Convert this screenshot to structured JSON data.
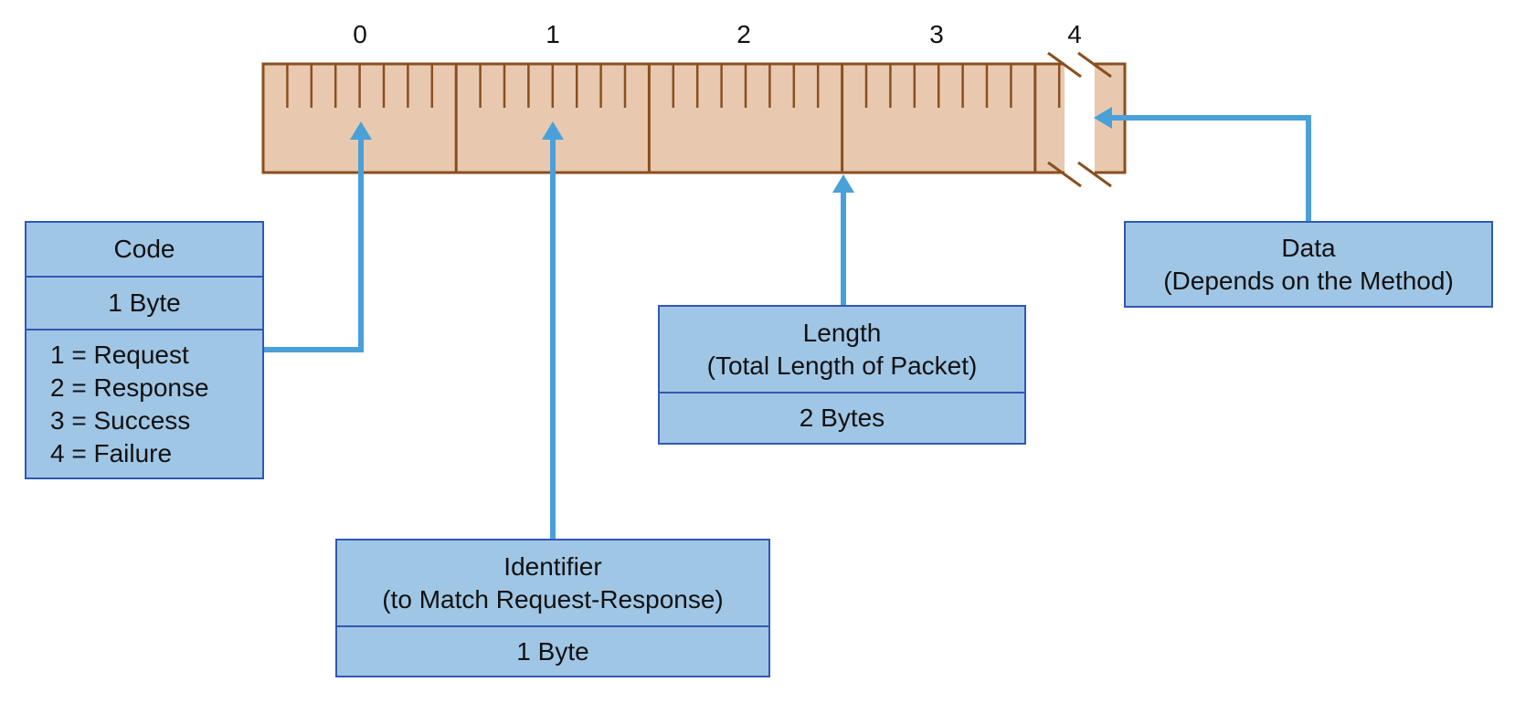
{
  "ruler": {
    "byte_labels": [
      "0",
      "1",
      "2",
      "3",
      "4"
    ]
  },
  "colors": {
    "ruler_fill": "#e8c9b0",
    "ruler_stroke": "#8a4f1e",
    "box_fill": "#a0c6e5",
    "box_border": "#2f58b3",
    "arrow": "#4aa0d8"
  },
  "fields": {
    "code": {
      "title": "Code",
      "size": "1 Byte",
      "values": [
        "1 = Request",
        "2 = Response",
        "3 = Success",
        "4 = Failure"
      ]
    },
    "identifier": {
      "title": "Identifier",
      "subtitle": "(to Match Request-Response)",
      "size": "1 Byte"
    },
    "length": {
      "title": "Length",
      "subtitle": "(Total Length of Packet)",
      "size": "2 Bytes"
    },
    "data": {
      "title": "Data",
      "subtitle": "(Depends on the Method)"
    }
  }
}
